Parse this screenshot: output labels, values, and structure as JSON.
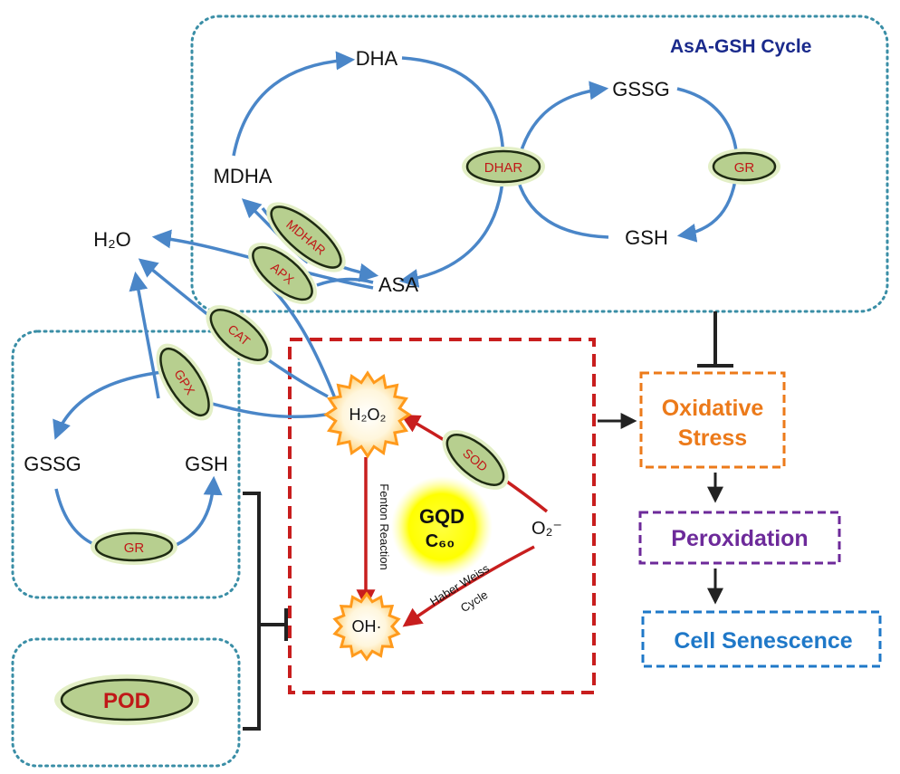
{
  "cycles": {
    "asa_gsh_title": "AsA-GSH Cycle"
  },
  "metabolites": {
    "dha": "DHA",
    "mdha": "MDHA",
    "gssg_top": "GSSG",
    "gsh_top": "GSH",
    "asa": "ASA",
    "h2o": "H₂O",
    "gssg_left": "GSSG",
    "gsh_left": "GSH"
  },
  "enzymes": {
    "dhar": "DHAR",
    "gr_top": "GR",
    "mdhar": "MDHAR",
    "apx": "APX",
    "cat": "CAT",
    "gpx": "GPX",
    "gr_left": "GR",
    "pod": "POD",
    "sod": "SOD"
  },
  "ros": {
    "h2o2": "H₂O₂",
    "oh": "OH·",
    "o2": "O₂⁻",
    "fenton": "Fenton Reaction",
    "haber_weiss_line1": "Haber Weiss",
    "haber_weiss_line2": "Cycle",
    "gqd": "GQD",
    "c60": "C₆₀"
  },
  "outcomes": {
    "oxidative_line1": "Oxidative",
    "oxidative_line2": "Stress",
    "peroxidation": "Peroxidation",
    "senescence": "Cell Senescence"
  },
  "colors": {
    "arrow_blue": "#4a86c8",
    "dotted_teal": "#3a8ea6",
    "red_dash": "#c81e1e",
    "enzyme_fill": "#b7cf8f",
    "enzyme_glow": "#e3efc6",
    "enzyme_text": "#c01818",
    "title_navy": "#1a2a8c",
    "oxidative_orange": "#ec7a1a",
    "peroxidation_purple": "#6d2a9a",
    "senescence_blue": "#1f78c8"
  }
}
